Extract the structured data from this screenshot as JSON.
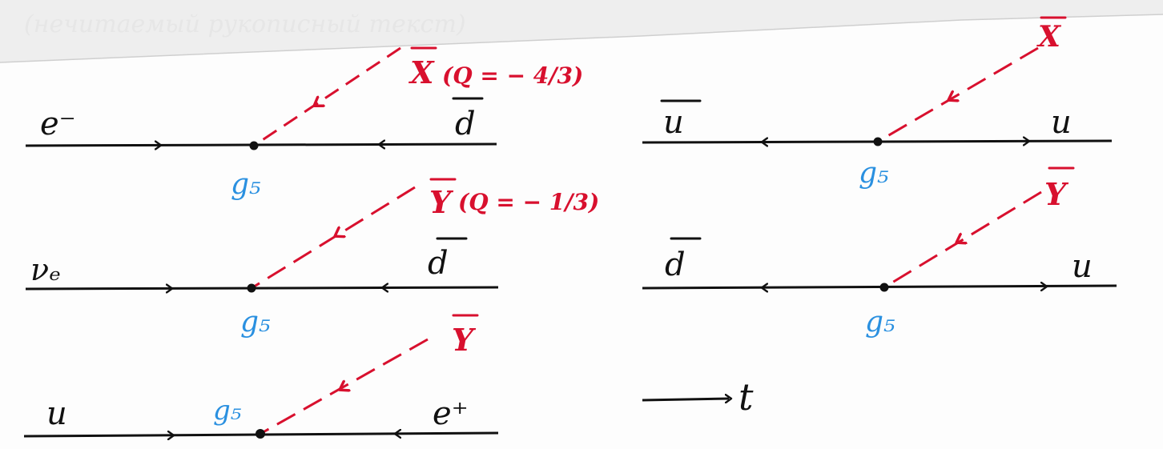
{
  "colors": {
    "fermion_line": "#111111",
    "leptoquark": "#d8102e",
    "coupling": "#2a90e0",
    "paper": "#fdfdfd"
  },
  "header_text": "(нечитаемый рукописный текст)",
  "vertices": [
    {
      "left_particle": "e⁻",
      "right_particle": "d",
      "right_particle_bar": true,
      "leptoquark": "X",
      "leptoquark_bar": true,
      "charge": "(Q = − 4/3)",
      "coupling": "g₅"
    },
    {
      "left_particle": "νₑ",
      "right_particle": "d",
      "right_particle_bar": true,
      "leptoquark": "Y",
      "leptoquark_bar": true,
      "charge": "(Q = − 1/3)",
      "coupling": "g₅"
    },
    {
      "left_particle": "u",
      "right_particle": "e⁺",
      "right_particle_bar": false,
      "leptoquark": "Y",
      "leptoquark_bar": true,
      "charge": "",
      "coupling": "g₅"
    },
    {
      "left_particle": "u",
      "left_particle_bar": true,
      "right_particle": "u",
      "right_particle_bar": false,
      "leptoquark": "X",
      "leptoquark_bar": true,
      "charge": "",
      "coupling": "g₅"
    },
    {
      "left_particle": "d",
      "left_particle_bar": true,
      "right_particle": "u",
      "right_particle_bar": false,
      "leptoquark": "Y",
      "leptoquark_bar": true,
      "charge": "",
      "coupling": "g₅"
    }
  ],
  "time_axis": {
    "label": "t"
  }
}
